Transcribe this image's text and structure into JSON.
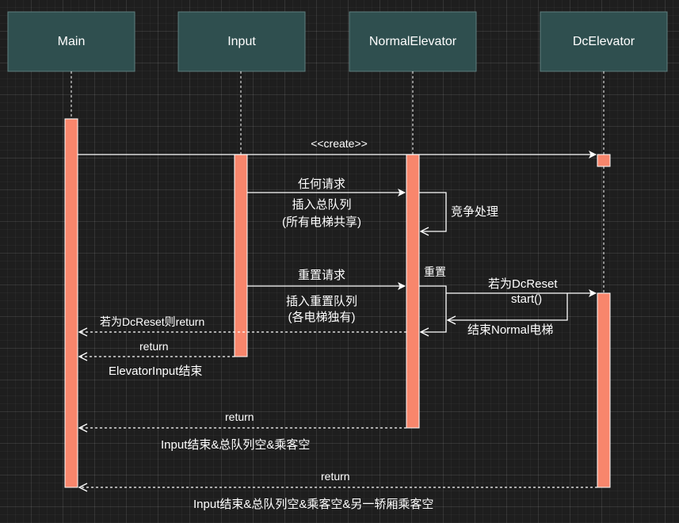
{
  "colors": {
    "participant_fill": "#2f4f4f",
    "participant_border": "#5f7f7f",
    "activation": "#f8866c",
    "activation_border": "#ffffff",
    "line": "#ffffff",
    "background": "#1e1e1e"
  },
  "participants": [
    "Main",
    "Input",
    "NormalElevator",
    "DcElevator"
  ],
  "messages": {
    "create": "<<create>>",
    "any_request": "任何请求",
    "insert_total_line1": "插入总队列",
    "insert_total_line2": "(所有电梯共享)",
    "compete": "竞争处理",
    "reset_request": "重置请求",
    "insert_reset_line1": "插入重置队列",
    "insert_reset_line2": "(各电梯独有)",
    "reset_self": "重置",
    "if_dcreset_line1": "若为DcReset",
    "if_dcreset_line2": "start()",
    "end_normal": "结束Normal电梯",
    "return_if_dcreset": "若为DcReset则return",
    "return_input": "return",
    "elevator_input_end": "ElevatorInput结束",
    "return_normal": "return",
    "input_end_cond": "Input结束&总队列空&乘客空",
    "return_dc": "return",
    "input_end_cond2": "Input结束&总队列空&乘客空&另一轿厢乘客空"
  }
}
